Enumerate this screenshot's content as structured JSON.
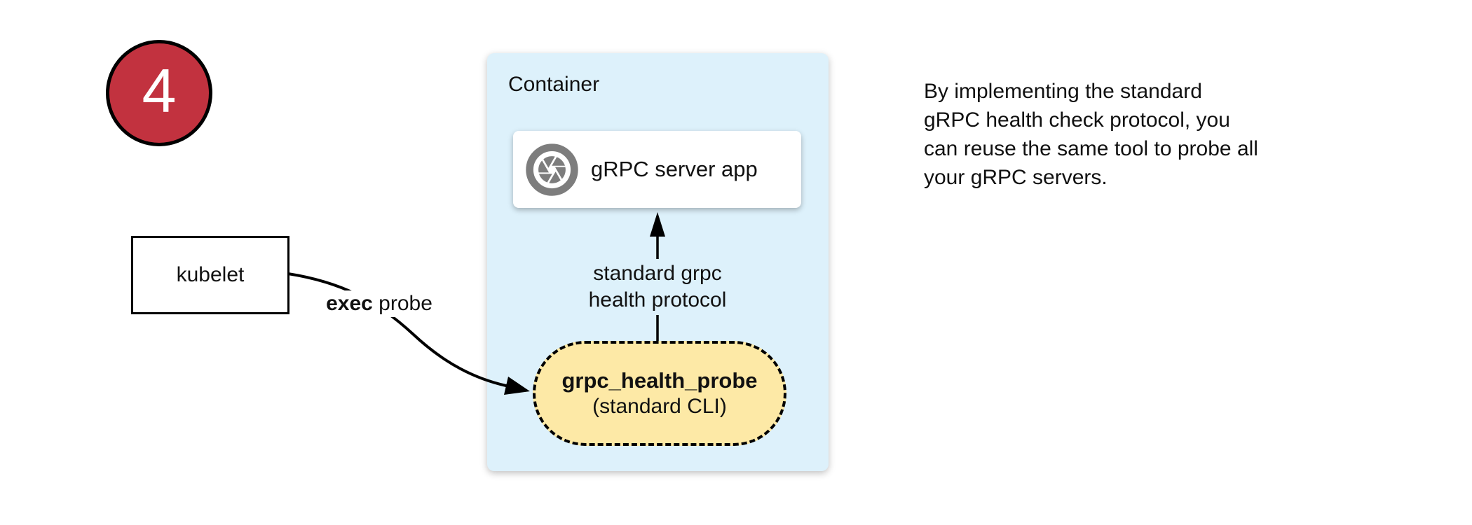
{
  "colors": {
    "badge-red": "#C2323F",
    "container-blue": "#DDF1FB",
    "pill-yellow": "#FDE9A6",
    "icon-gray": "#7D7D7D",
    "line-black": "#000000",
    "text-black": "#111111",
    "card-white": "#FFFFFF"
  },
  "step_badge": {
    "number": "4"
  },
  "kubelet": {
    "label": "kubelet"
  },
  "exec_probe_label": {
    "bold": "exec",
    "rest": " probe"
  },
  "container": {
    "title": "Container",
    "server_card": {
      "label": "gRPC server app",
      "icon": "aperture-icon"
    },
    "protocol_label": "standard grpc\nhealth protocol",
    "probe_pill": {
      "title": "grpc_health_probe",
      "subtitle": "(standard CLI)"
    }
  },
  "annotation": {
    "text": "By implementing the standard\ngRPC health check protocol, you\ncan reuse the same tool to probe all\nyour gRPC servers."
  }
}
